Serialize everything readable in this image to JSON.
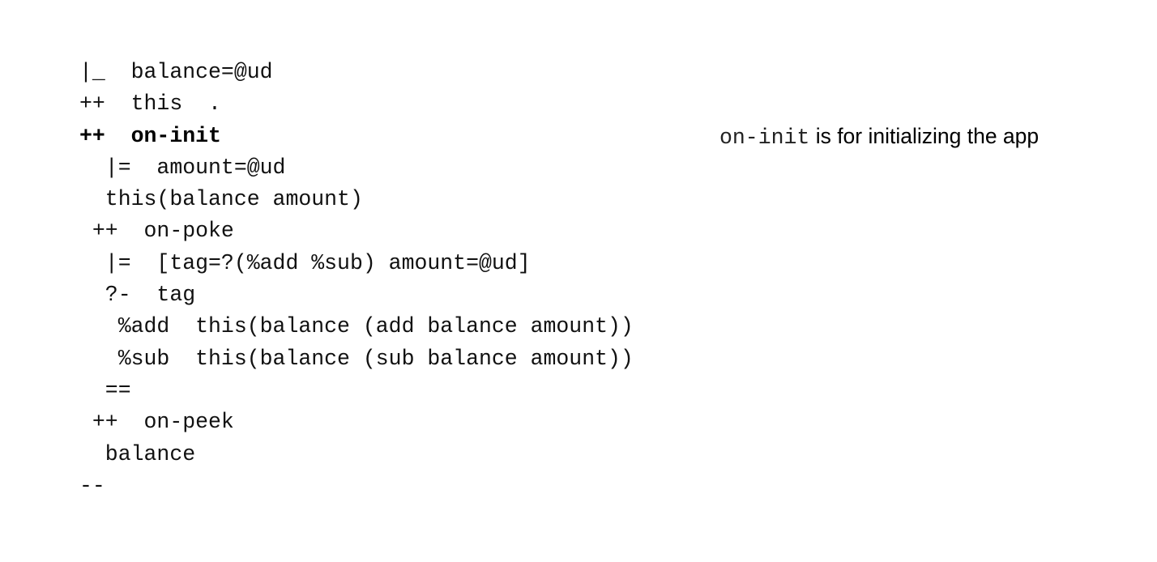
{
  "code": {
    "lines": [
      "|_  balance=@ud",
      "++  this  .",
      "++  on-init",
      "  |=  amount=@ud",
      "  this(balance amount)",
      " ++  on-poke",
      "  |=  [tag=?(%add %sub) amount=@ud]",
      "  ?-  tag",
      "   %add  this(balance (add balance amount))",
      "   %sub  this(balance (sub balance amount))",
      "  ==",
      " ++  on-peek",
      "  balance",
      "--"
    ],
    "highlighted_line_index": 2
  },
  "annotation": {
    "code_term": "on-init",
    "text": " is for initializing the app"
  }
}
